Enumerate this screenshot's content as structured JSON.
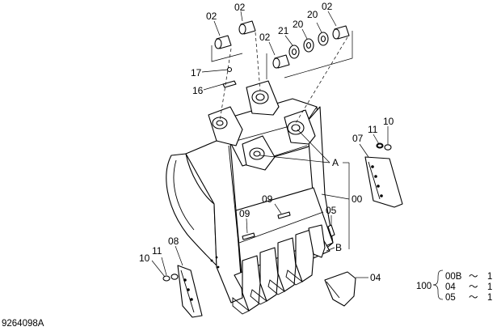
{
  "part_labels": {
    "p02_a": "02",
    "p02_b": "02",
    "p02_c": "02",
    "p02_d": "02",
    "p21": "21",
    "p20_a": "20",
    "p20_b": "20",
    "p17": "17",
    "p16": "16",
    "p07": "07",
    "p11_r": "11",
    "p10_r": "10",
    "pA": "A",
    "p00": "00",
    "p09_a": "09",
    "p09_b": "09",
    "p05": "05",
    "pB": "B",
    "p08": "08",
    "p11_l": "11",
    "p10_l": "10",
    "p04": "04"
  },
  "variant_table": {
    "assembly": "100",
    "rows": [
      {
        "code": "00B",
        "tilde": "～",
        "qty": "1"
      },
      {
        "code": "04",
        "tilde": "～",
        "qty": "1"
      },
      {
        "code": "05",
        "tilde": "～",
        "qty": "1"
      }
    ]
  },
  "drawing_number": "9264098A"
}
